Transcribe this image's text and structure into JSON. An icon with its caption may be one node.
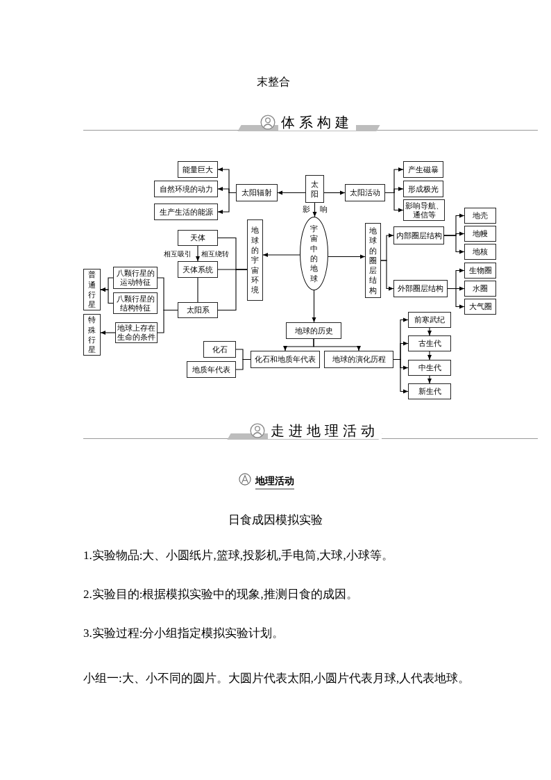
{
  "diagram": {
    "nodes": [
      {
        "text": [
          "太阳"
        ]
      },
      {
        "text": [
          "太阳辐射"
        ]
      },
      {
        "text": [
          "能量巨大"
        ]
      },
      {
        "text": [
          "自然环境的动力"
        ]
      },
      {
        "text": [
          "生产生活的能源"
        ]
      },
      {
        "text": [
          "太阳活动"
        ]
      },
      {
        "text": [
          "产生磁暴"
        ]
      },
      {
        "text": [
          "形成极光"
        ]
      },
      {
        "text": [
          "影响导航、通信等"
        ]
      },
      {
        "text": [
          "宇宙中的地球"
        ]
      },
      {
        "text": [
          "地球的宇宙环境"
        ]
      },
      {
        "text": [
          "天体"
        ]
      },
      {
        "text": [
          "天体系统"
        ]
      },
      {
        "text": [
          "太阳系"
        ]
      },
      {
        "text": [
          "八颗行星的运动特征"
        ]
      },
      {
        "text": [
          "八颗行星的结构特征"
        ]
      },
      {
        "text": [
          "地球上存在生命的条件"
        ]
      },
      {
        "text": [
          "普通行星"
        ]
      },
      {
        "text": [
          "特殊行星"
        ]
      },
      {
        "text": [
          "地球的圈层结构"
        ]
      },
      {
        "text": [
          "内部圈层结构"
        ]
      },
      {
        "text": [
          "外部圈层结构"
        ]
      },
      {
        "text": [
          "地壳"
        ]
      },
      {
        "text": [
          "地幔"
        ]
      },
      {
        "text": [
          "地核"
        ]
      },
      {
        "text": [
          "生物圈"
        ]
      },
      {
        "text": [
          "水圈"
        ]
      },
      {
        "text": [
          "大气圈"
        ]
      },
      {
        "text": [
          "地球的历史"
        ]
      },
      {
        "text": [
          "化石"
        ]
      },
      {
        "text": [
          "地质年代表"
        ]
      },
      {
        "text": [
          "化石和地质年代表"
        ]
      },
      {
        "text": [
          "地球的演化历程"
        ]
      },
      {
        "text": [
          "前寒武纪"
        ]
      },
      {
        "text": [
          "古生代"
        ]
      },
      {
        "text": [
          "中生代"
        ]
      },
      {
        "text": [
          "新生代"
        ]
      }
    ],
    "edges": [
      {
        "from": 0,
        "to": 1,
        "arrow": "to"
      },
      {
        "from": 0,
        "to": 5,
        "arrow": "to"
      },
      {
        "from": 0,
        "to": 9,
        "arrow": "to",
        "label": "影响"
      },
      {
        "from": 1,
        "to": 2,
        "arrow": "to"
      },
      {
        "from": 1,
        "to": 3,
        "arrow": "to"
      },
      {
        "from": 1,
        "to": 4,
        "arrow": "to"
      },
      {
        "from": 5,
        "to": 6,
        "arrow": "to"
      },
      {
        "from": 5,
        "to": 7,
        "arrow": "to"
      },
      {
        "from": 5,
        "to": 8,
        "arrow": "to"
      },
      {
        "from": 9,
        "to": 10,
        "arrow": "to"
      },
      {
        "from": 9,
        "to": 19,
        "arrow": "to"
      },
      {
        "from": 9,
        "to": 28,
        "arrow": "to"
      },
      {
        "from": 10,
        "to": 11,
        "arrow": "none"
      },
      {
        "from": 10,
        "to": 12,
        "arrow": "none"
      },
      {
        "from": 10,
        "to": 13,
        "arrow": "none"
      },
      {
        "from": 11,
        "to": 12,
        "arrow": "to"
      },
      {
        "from": 12,
        "to": 13,
        "arrow": "none"
      },
      {
        "from": 13,
        "to": 14,
        "arrow": "none"
      },
      {
        "from": 13,
        "to": 16,
        "arrow": "none"
      },
      {
        "from": 14,
        "to": 17,
        "arrow": "to"
      },
      {
        "from": 15,
        "to": 17,
        "arrow": "to"
      },
      {
        "from": 16,
        "to": 18,
        "arrow": "to"
      },
      {
        "from": 19,
        "to": 20,
        "arrow": "to"
      },
      {
        "from": 19,
        "to": 21,
        "arrow": "to"
      },
      {
        "from": 20,
        "to": 22,
        "arrow": "to"
      },
      {
        "from": 20,
        "to": 23,
        "arrow": "to"
      },
      {
        "from": 20,
        "to": 24,
        "arrow": "to"
      },
      {
        "from": 21,
        "to": 25,
        "arrow": "to"
      },
      {
        "from": 21,
        "to": 26,
        "arrow": "to"
      },
      {
        "from": 21,
        "to": 27,
        "arrow": "to"
      },
      {
        "from": 28,
        "to": 31,
        "arrow": "to"
      },
      {
        "from": 28,
        "to": 32,
        "arrow": "to"
      },
      {
        "from": 31,
        "to": 29,
        "arrow": "none"
      },
      {
        "from": 31,
        "to": 30,
        "arrow": "none"
      },
      {
        "from": 32,
        "to": 33,
        "arrow": "to"
      },
      {
        "from": 32,
        "to": 34,
        "arrow": "to"
      },
      {
        "from": 32,
        "to": 35,
        "arrow": "to"
      },
      {
        "from": 32,
        "to": 36,
        "arrow": "to"
      },
      {
        "from": 33,
        "to": 34,
        "arrow": "to"
      },
      {
        "from": 34,
        "to": 35,
        "arrow": "to"
      },
      {
        "from": 35,
        "to": 36,
        "arrow": "to"
      }
    ],
    "labels": [
      "末整合",
      "体系构建",
      "相互吸引",
      "相互绕转",
      "走进地理活动",
      "地理活动",
      "日食成因模拟实验",
      "1.实验物品:大、小圆纸片,篮球,投影机,手电筒,大球,小球等。",
      "2.实验目的:根据模拟实验中的现象,推测日食的成因。",
      "3.实验过程:分小组指定模拟实验计划。",
      "小组一:大、小不同的圆片。大圆片代表太阳,小圆片代表月球,人代表地球。"
    ]
  }
}
